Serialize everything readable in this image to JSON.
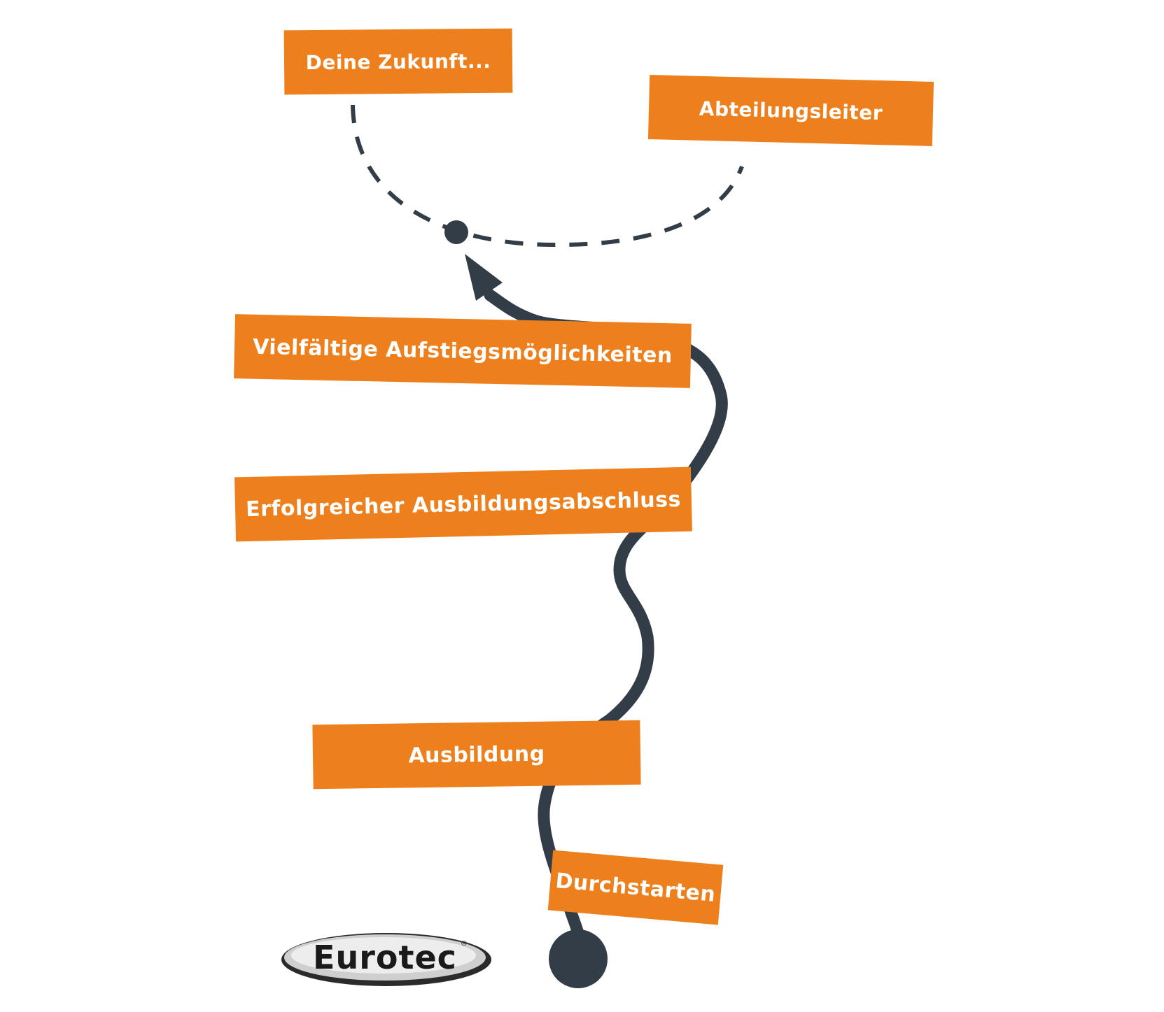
{
  "steps": {
    "zukunft": "Deine Zukunft...",
    "abteilungsleiter": "Abteilungsleiter",
    "aufstieg": "Vielfältige Aufstiegsmöglichkeiten",
    "abschluss": "Erfolgreicher Ausbildungsabschluss",
    "ausbildung": "Ausbildung",
    "durchstarten": "Durchstarten"
  },
  "logo": {
    "text": "Eurotec",
    "registered": "®"
  },
  "colors": {
    "box": "#ed801d",
    "box_text": "#ffffff",
    "path": "#333d47",
    "logo_text": "#1a1a1a"
  }
}
